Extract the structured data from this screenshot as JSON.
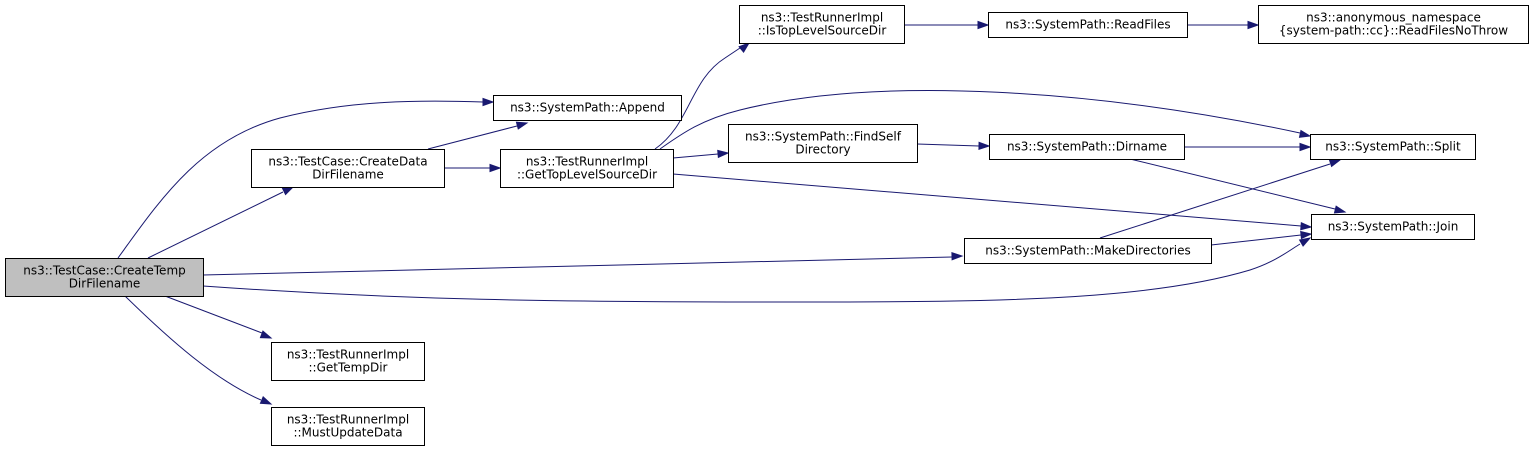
{
  "diagram": {
    "type": "call-graph",
    "root": "n0",
    "colors": {
      "edge": "#191970",
      "root_fill": "#bfbfbf",
      "node_fill": "#ffffff",
      "node_border": "#000000"
    },
    "nodes": [
      {
        "id": "n0",
        "lines": [
          "ns3::TestCase::CreateTemp",
          "DirFilename"
        ]
      },
      {
        "id": "n1",
        "lines": [
          "ns3::SystemPath::Append"
        ]
      },
      {
        "id": "n2",
        "lines": [
          "ns3::TestCase::CreateData",
          "DirFilename"
        ]
      },
      {
        "id": "n3",
        "lines": [
          "ns3::TestRunnerImpl",
          "::GetTopLevelSourceDir"
        ]
      },
      {
        "id": "n4",
        "lines": [
          "ns3::TestRunnerImpl",
          "::IsTopLevelSourceDir"
        ]
      },
      {
        "id": "n5",
        "lines": [
          "ns3::SystemPath::ReadFiles"
        ]
      },
      {
        "id": "n6",
        "lines": [
          "ns3::anonymous_namespace",
          "{system-path::cc}::ReadFilesNoThrow"
        ]
      },
      {
        "id": "n7",
        "lines": [
          "ns3::SystemPath::FindSelf",
          "Directory"
        ]
      },
      {
        "id": "n8",
        "lines": [
          "ns3::SystemPath::Dirname"
        ]
      },
      {
        "id": "n9",
        "lines": [
          "ns3::SystemPath::Split"
        ]
      },
      {
        "id": "n10",
        "lines": [
          "ns3::SystemPath::Join"
        ]
      },
      {
        "id": "n11",
        "lines": [
          "ns3::SystemPath::MakeDirectories"
        ]
      },
      {
        "id": "n12",
        "lines": [
          "ns3::TestRunnerImpl",
          "::GetTempDir"
        ]
      },
      {
        "id": "n13",
        "lines": [
          "ns3::TestRunnerImpl",
          "::MustUpdateData"
        ]
      }
    ],
    "edges": [
      {
        "from": "n0",
        "to": "n1"
      },
      {
        "from": "n0",
        "to": "n2"
      },
      {
        "from": "n0",
        "to": "n11"
      },
      {
        "from": "n0",
        "to": "n10"
      },
      {
        "from": "n0",
        "to": "n12"
      },
      {
        "from": "n0",
        "to": "n13"
      },
      {
        "from": "n2",
        "to": "n1"
      },
      {
        "from": "n2",
        "to": "n3"
      },
      {
        "from": "n3",
        "to": "n4"
      },
      {
        "from": "n3",
        "to": "n9"
      },
      {
        "from": "n3",
        "to": "n7"
      },
      {
        "from": "n3",
        "to": "n10"
      },
      {
        "from": "n4",
        "to": "n5"
      },
      {
        "from": "n5",
        "to": "n6"
      },
      {
        "from": "n7",
        "to": "n8"
      },
      {
        "from": "n8",
        "to": "n9"
      },
      {
        "from": "n8",
        "to": "n10"
      },
      {
        "from": "n11",
        "to": "n9"
      },
      {
        "from": "n11",
        "to": "n10"
      }
    ]
  }
}
